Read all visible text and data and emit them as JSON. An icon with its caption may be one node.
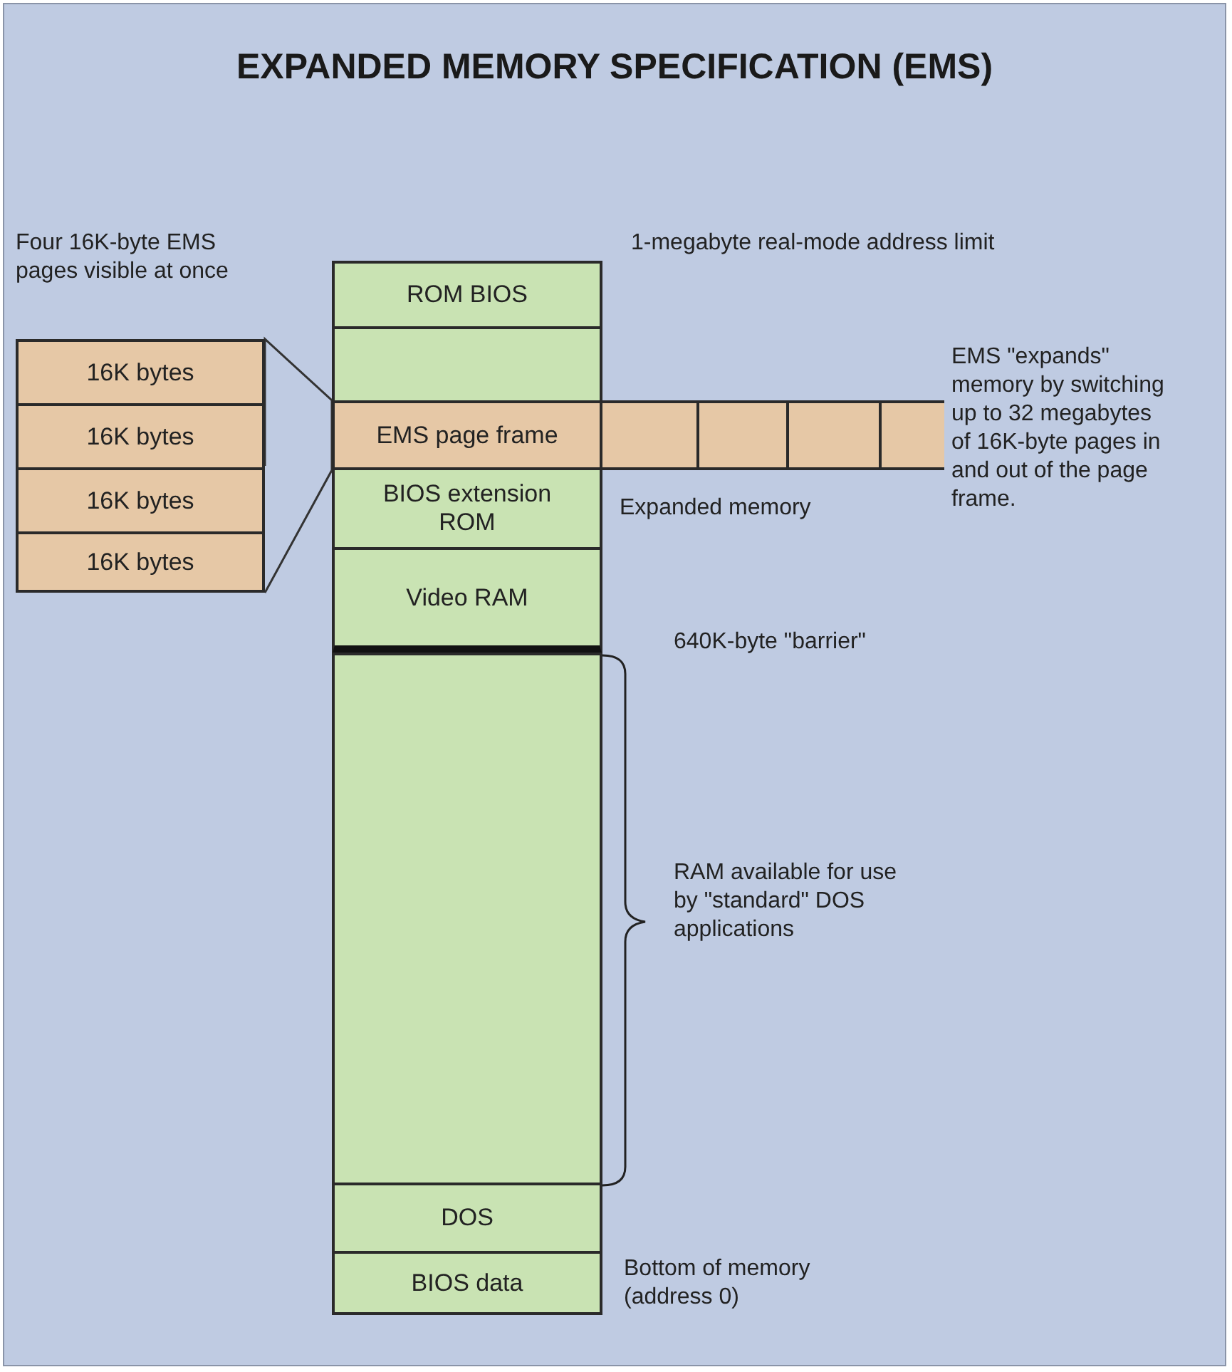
{
  "diagram": {
    "title": "EXPANDED MEMORY SPECIFICATION (EMS)",
    "nodes": [
      {
        "text": [
          "ROM BIOS"
        ]
      },
      {
        "text": [],
        "shape": "box"
      },
      {
        "text": [
          "EMS page frame"
        ]
      },
      {
        "text": [
          "BIOS extension ROM"
        ]
      },
      {
        "text": [
          "Video RAM"
        ]
      },
      {
        "text": [],
        "shape": "box"
      },
      {
        "text": [
          "DOS"
        ]
      },
      {
        "text": [
          "BIOS data"
        ]
      },
      {
        "text": [
          "Four 16K-byte EMS pages visible at once"
        ]
      },
      {
        "text": [
          "16K bytes"
        ],
        "in": 8
      },
      {
        "text": [
          "16K bytes"
        ],
        "in": 8
      },
      {
        "text": [
          "16K bytes"
        ],
        "in": 8
      },
      {
        "text": [
          "16K bytes"
        ],
        "in": 8
      },
      {
        "text": [],
        "shape": "box"
      },
      {
        "text": [],
        "shape": "box"
      },
      {
        "text": [],
        "shape": "box"
      },
      {
        "text": [],
        "shape": "box"
      }
    ],
    "edges": [
      {
        "from": 8,
        "to": 2,
        "arrow": "none"
      }
    ],
    "labels": [
      "1-megabyte real-mode address limit",
      "EMS \"expands\" memory by switching up to 32 megabytes of 16K-byte pages in and out of the page frame.",
      "Expanded memory",
      "640K-byte \"barrier\"",
      "RAM available for use by \"standard\" DOS applications",
      "Bottom of memory (address 0)"
    ]
  }
}
